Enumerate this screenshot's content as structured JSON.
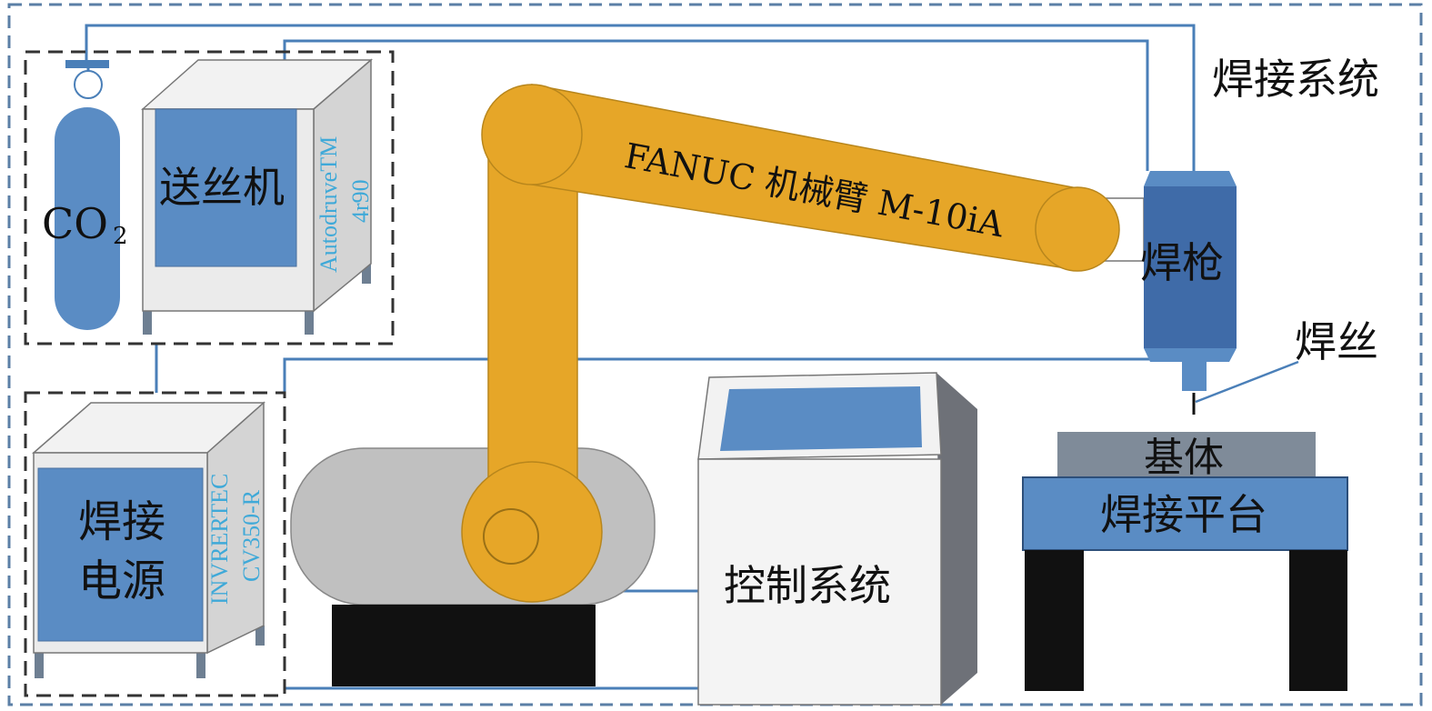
{
  "labels": {
    "co2": "CO",
    "co2_sub": "2",
    "wire_feeder": "送丝机",
    "wire_feeder_model_1": "AutodruveTM",
    "wire_feeder_model_2": "4r90",
    "power_line1": "焊接",
    "power_line2": "电源",
    "power_model_1": "INVRERTEC",
    "power_model_2": "CV350-R",
    "robot_arm": "FANUC 机械臂 M-10iA",
    "welding_system": "焊接系统",
    "welding_gun": "焊枪",
    "welding_wire": "焊丝",
    "substrate": "基体",
    "welding_platform": "焊接平台",
    "control_system": "控制系统"
  },
  "colors": {
    "equipment_blue": "#5a8cc4",
    "gun_blue": "#3f6ba8",
    "robot_orange": "#e6a628",
    "base_gray": "#c0c0c0",
    "model_text": "#3fa9d8",
    "wire_line": "#4a7fb8"
  }
}
